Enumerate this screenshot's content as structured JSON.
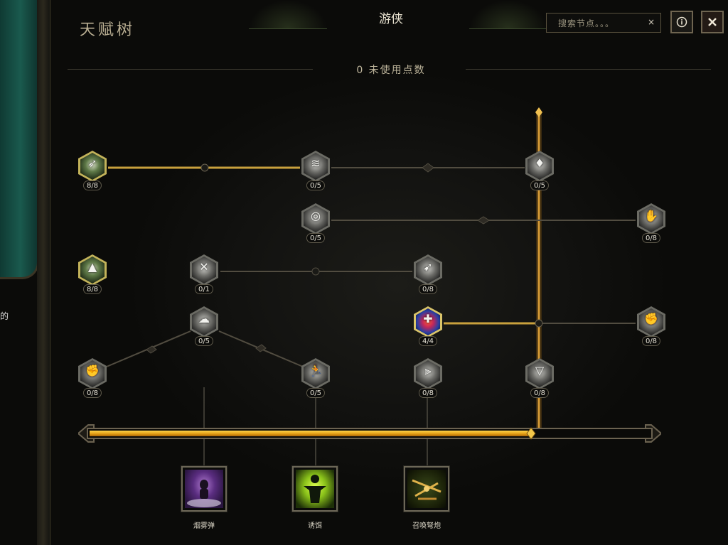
{
  "header": {
    "title": "天赋树",
    "class_name": "游侠",
    "search_placeholder": "搜索节点。。。",
    "search_clear": "×",
    "info_icon": "info-circle-icon",
    "close_icon": "close-icon"
  },
  "points": {
    "label": "0 未使用点数",
    "unspent": 0
  },
  "sidebar": {
    "partial_text": "的"
  },
  "nodes": [
    {
      "id": "n1",
      "icon": "triple-arrows-icon",
      "count": "8/8"
    },
    {
      "id": "n2",
      "icon": "wind-swirl-icon",
      "count": "0/5"
    },
    {
      "id": "n3",
      "icon": "blood-drop-icon",
      "count": "0/5"
    },
    {
      "id": "n4",
      "icon": "spiral-orb-icon",
      "count": "0/5"
    },
    {
      "id": "n5",
      "icon": "hand-grab-icon",
      "count": "0/8"
    },
    {
      "id": "n6",
      "icon": "green-arrowhead-icon",
      "count": "8/8"
    },
    {
      "id": "n7",
      "icon": "crossed-swords-icon",
      "count": "0/1"
    },
    {
      "id": "n8",
      "icon": "arrow-volley-icon",
      "count": "0/8"
    },
    {
      "id": "n9",
      "icon": "fog-cloud-icon",
      "count": "0/5"
    },
    {
      "id": "n10",
      "icon": "blue-shield-cross-icon",
      "count": "4/4"
    },
    {
      "id": "n11",
      "icon": "grip-claw-icon",
      "count": "0/8"
    },
    {
      "id": "n12",
      "icon": "slash-grip-icon",
      "count": "0/8"
    },
    {
      "id": "n13",
      "icon": "running-figure-icon",
      "count": "0/5"
    },
    {
      "id": "n14",
      "icon": "multi-shot-icon",
      "count": "0/8"
    },
    {
      "id": "n15",
      "icon": "claw-trap-icon",
      "count": "0/8"
    }
  ],
  "progress": {
    "fraction": 0.79
  },
  "ultimates": [
    {
      "id": "u1",
      "icon": "smoke-bomb-icon",
      "label": "烟雾弹"
    },
    {
      "id": "u2",
      "icon": "decoy-figure-icon",
      "label": "诱饵"
    },
    {
      "id": "u3",
      "icon": "summon-ballista-icon",
      "label": "召唤弩炮"
    }
  ],
  "colors": {
    "gold": "#e0a52a",
    "gold_line": "#c9a13d",
    "path_inactive": "#514c40",
    "text": "#cfc7b0"
  }
}
